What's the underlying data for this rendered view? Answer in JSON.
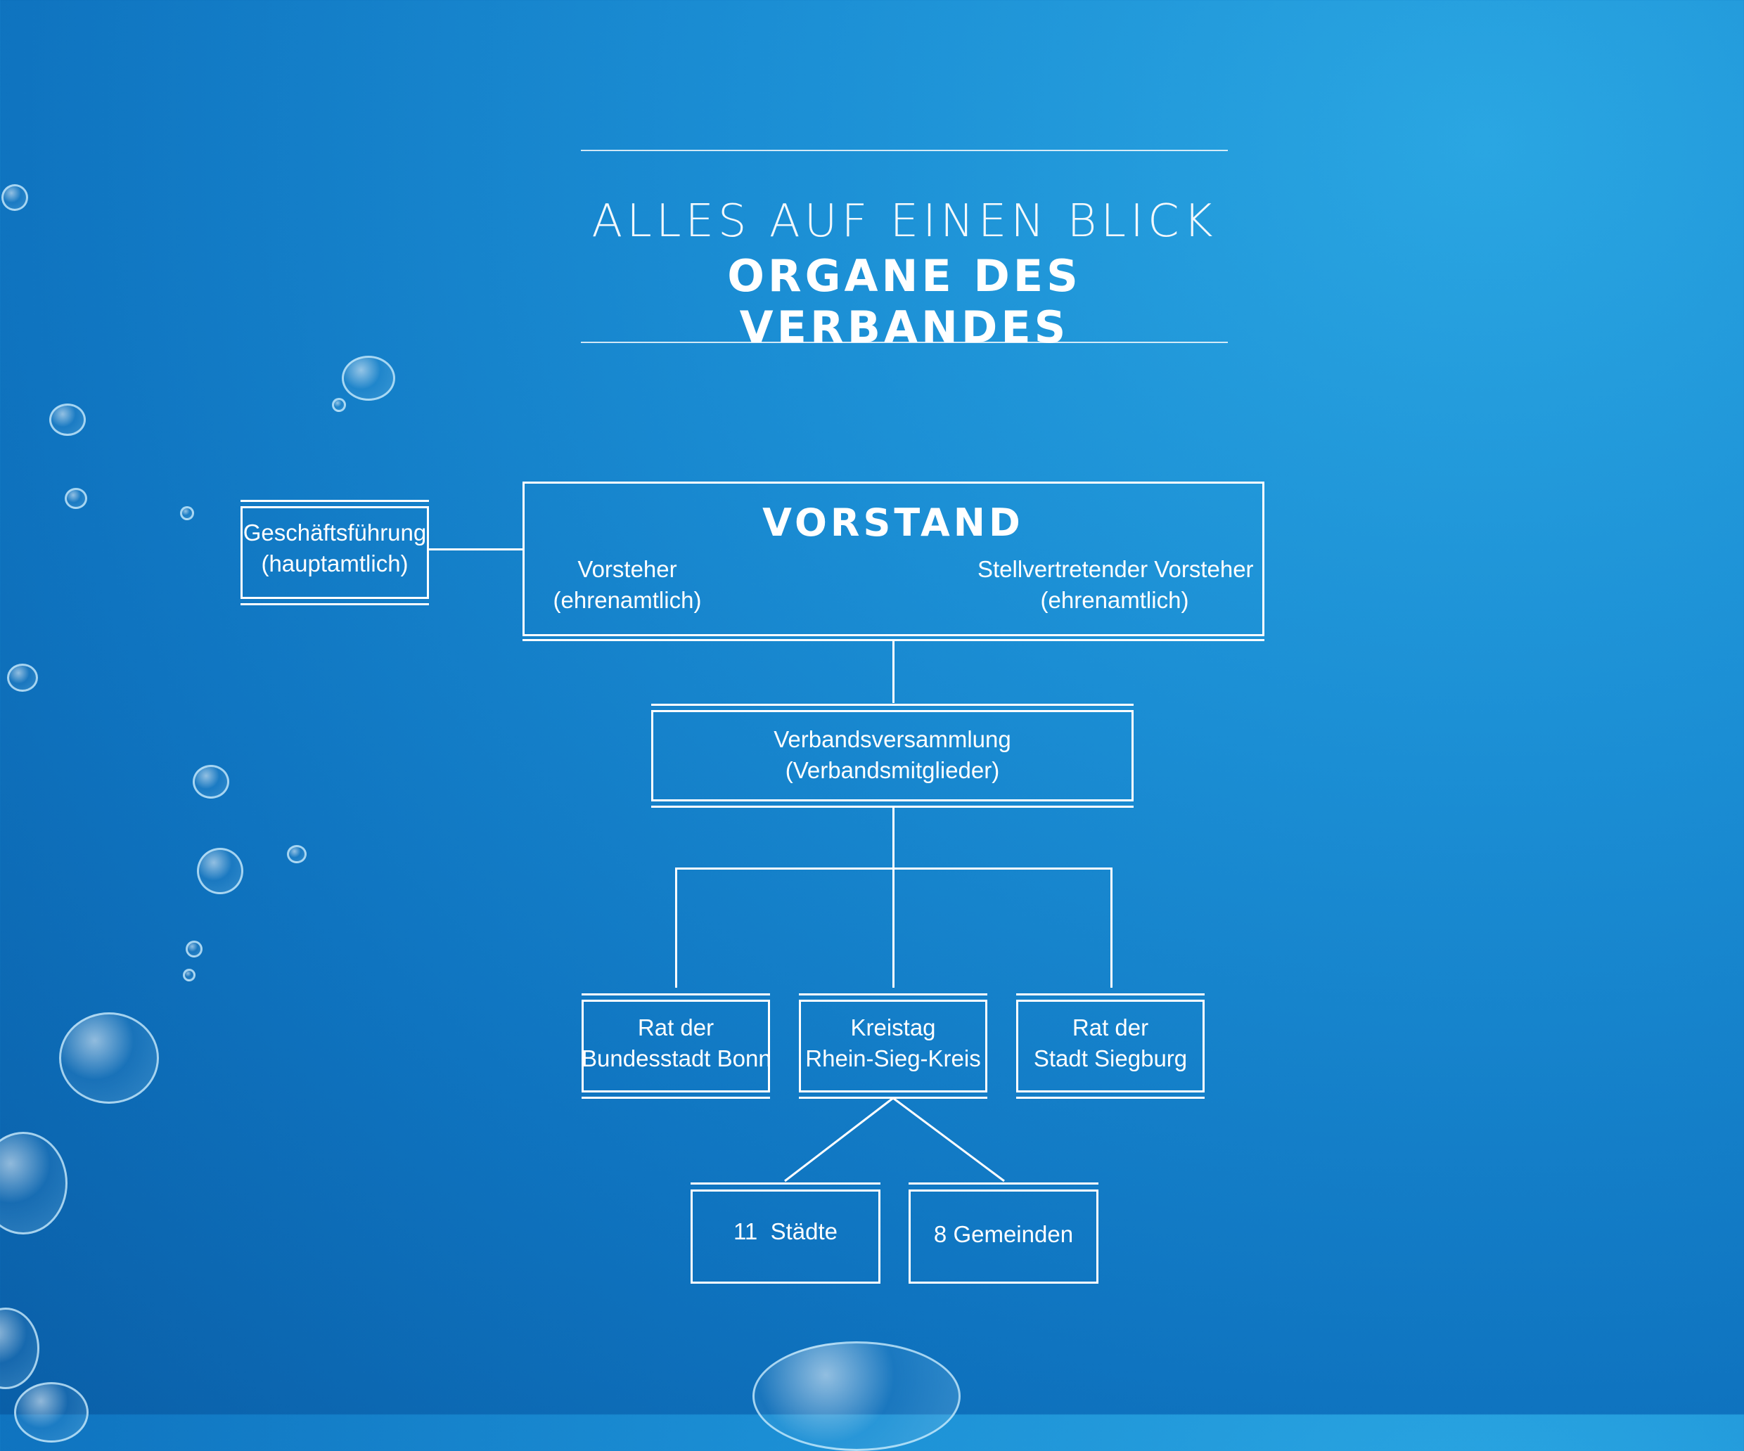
{
  "header": {
    "line1": "ALLES AUF EINEN BLICK",
    "line2": "ORGANE DES VERBANDES"
  },
  "geschaeftsfuehrung": {
    "line1": "Geschäftsführung",
    "line2": "(hauptamtlich)"
  },
  "vorstand": {
    "title": "VORSTAND",
    "vorsteher": {
      "line1": "Vorsteher",
      "line2": "(ehrenamtlich)"
    },
    "stellvertreter": {
      "line1": "Stellvertretender Vorsteher",
      "line2": "(ehrenamtlich)"
    }
  },
  "versammlung": {
    "line1": "Verbandsversammlung",
    "line2": "(Verbandsmitglieder)"
  },
  "members": [
    {
      "line1": "Rat der",
      "line2": "Bundesstadt Bonn"
    },
    {
      "line1": "Kreistag",
      "line2": "Rhein-Sieg-Kreis"
    },
    {
      "line1": "Rat der",
      "line2": "Stadt Siegburg"
    }
  ],
  "kreis": [
    {
      "label": "11  Städte"
    },
    {
      "label": "8 Gemeinden"
    }
  ],
  "colors": {
    "background": "#1b8ed4",
    "lines": "#ffffff"
  }
}
